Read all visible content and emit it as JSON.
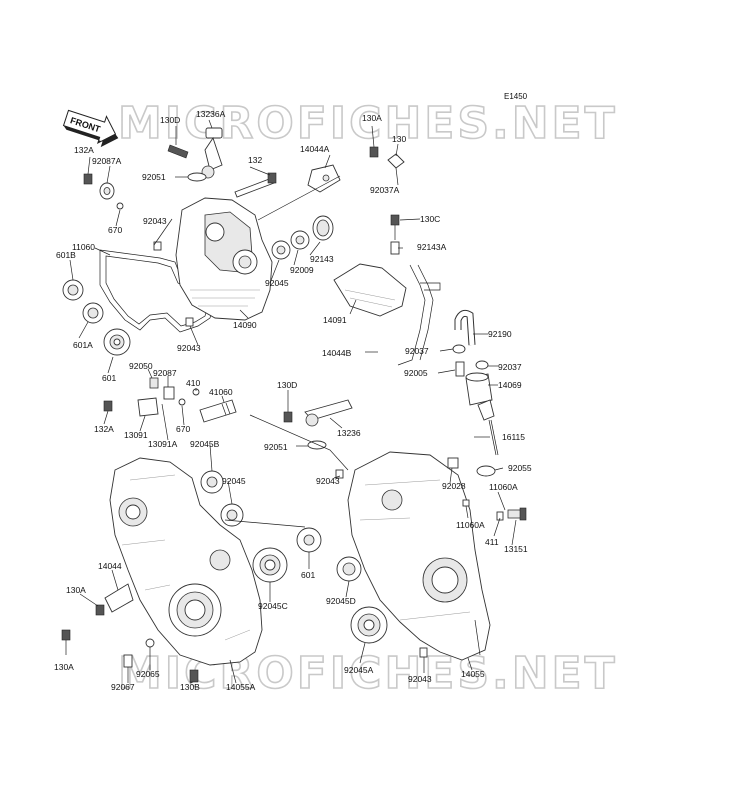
{
  "diagram": {
    "code": "E1450",
    "front_label": "FRONT",
    "watermark": "MICROFICHES.NET",
    "labels": [
      {
        "id": "130D_a",
        "text": "130D"
      },
      {
        "id": "13236A",
        "text": "13236A"
      },
      {
        "id": "130A_a",
        "text": "130A"
      },
      {
        "id": "130_a",
        "text": "130"
      },
      {
        "id": "132A_a",
        "text": "132A"
      },
      {
        "id": "92087A",
        "text": "92087A"
      },
      {
        "id": "92051_a",
        "text": "92051"
      },
      {
        "id": "132",
        "text": "132"
      },
      {
        "id": "14044A",
        "text": "14044A"
      },
      {
        "id": "92037A",
        "text": "92037A"
      },
      {
        "id": "670_a",
        "text": "670"
      },
      {
        "id": "92043_a",
        "text": "92043"
      },
      {
        "id": "130C",
        "text": "130C"
      },
      {
        "id": "11060",
        "text": "11060"
      },
      {
        "id": "601B",
        "text": "601B"
      },
      {
        "id": "92143A",
        "text": "92143A"
      },
      {
        "id": "92143",
        "text": "92143"
      },
      {
        "id": "92009",
        "text": "92009"
      },
      {
        "id": "92045_a",
        "text": "92045"
      },
      {
        "id": "14090",
        "text": "14090"
      },
      {
        "id": "14091",
        "text": "14091"
      },
      {
        "id": "601A",
        "text": "601A"
      },
      {
        "id": "92043_b",
        "text": "92043"
      },
      {
        "id": "92190",
        "text": "92190"
      },
      {
        "id": "14044B",
        "text": "14044B"
      },
      {
        "id": "92037_a",
        "text": "92037"
      },
      {
        "id": "92037_b",
        "text": "92037"
      },
      {
        "id": "601_a",
        "text": "601"
      },
      {
        "id": "92050",
        "text": "92050"
      },
      {
        "id": "92087",
        "text": "92087"
      },
      {
        "id": "410",
        "text": "410"
      },
      {
        "id": "41060",
        "text": "41060"
      },
      {
        "id": "130D_b",
        "text": "130D"
      },
      {
        "id": "92005",
        "text": "92005"
      },
      {
        "id": "14069",
        "text": "14069"
      },
      {
        "id": "132A_b",
        "text": "132A"
      },
      {
        "id": "13091",
        "text": "13091"
      },
      {
        "id": "13091A",
        "text": "13091A"
      },
      {
        "id": "670_b",
        "text": "670"
      },
      {
        "id": "92045B",
        "text": "92045B"
      },
      {
        "id": "13236",
        "text": "13236"
      },
      {
        "id": "16115",
        "text": "16115"
      },
      {
        "id": "92051_b",
        "text": "92051"
      },
      {
        "id": "92055",
        "text": "92055"
      },
      {
        "id": "92028",
        "text": "92028"
      },
      {
        "id": "92045_b",
        "text": "92045"
      },
      {
        "id": "92043_c",
        "text": "92043"
      },
      {
        "id": "11060A_a",
        "text": "11060A"
      },
      {
        "id": "11060A_b",
        "text": "11060A"
      },
      {
        "id": "411",
        "text": "411"
      },
      {
        "id": "13151",
        "text": "13151"
      },
      {
        "id": "601_b",
        "text": "601"
      },
      {
        "id": "14044",
        "text": "14044"
      },
      {
        "id": "130A_b",
        "text": "130A"
      },
      {
        "id": "92045C",
        "text": "92045C"
      },
      {
        "id": "92045D",
        "text": "92045D"
      },
      {
        "id": "130A_c",
        "text": "130A"
      },
      {
        "id": "92065",
        "text": "92065"
      },
      {
        "id": "92045A",
        "text": "92045A"
      },
      {
        "id": "92043_d",
        "text": "92043"
      },
      {
        "id": "14055",
        "text": "14055"
      },
      {
        "id": "92067",
        "text": "92067"
      },
      {
        "id": "130B",
        "text": "130B"
      },
      {
        "id": "14055A",
        "text": "14055A"
      }
    ]
  }
}
